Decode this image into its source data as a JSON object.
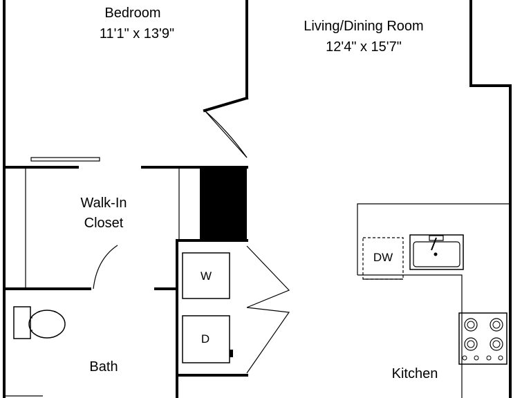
{
  "rooms": {
    "bedroom": {
      "name": "Bedroom",
      "size": "11'1\" x 13'9\""
    },
    "living": {
      "name": "Living/Dining Room",
      "size": "12'4\" x 15'7\""
    },
    "closet": {
      "name_line1": "Walk-In",
      "name_line2": "Closet"
    },
    "bath": {
      "name": "Bath"
    },
    "kitchen": {
      "name": "Kitchen"
    }
  },
  "fixtures": {
    "washer": "W",
    "dryer": "D",
    "dishwasher": "DW"
  },
  "colors": {
    "line": "#000000",
    "background": "#ffffff"
  }
}
